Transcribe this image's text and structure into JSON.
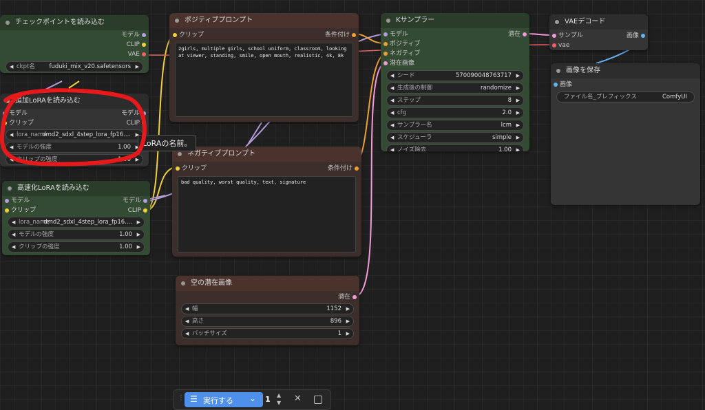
{
  "nodes": {
    "checkpoint": {
      "title": "チェックポイントを読み込む",
      "outputs": [
        "モデル",
        "CLIP",
        "VAE"
      ],
      "widget": {
        "label": "ckpt名",
        "value": "fuduki_mix_v20.safetensors"
      }
    },
    "extra_lora": {
      "title": "追加LoRAを読み込む",
      "input_model": "モデル",
      "output_model": "モデル",
      "input_clip": "クリップ",
      "output_clip": "CLIP",
      "lora_label": "lora_name",
      "lora_value": "dmd2_sdxl_4step_lora_fp16....",
      "strength_model_label": "モデルの強度",
      "strength_model_value": "1.00",
      "strength_clip_label": "クリップの強度",
      "strength_clip_value": "1.00"
    },
    "fast_lora": {
      "title": "高速化LoRAを読み込む",
      "input_model": "モデル",
      "output_model": "モデル",
      "input_clip": "クリップ",
      "output_clip": "CLIP",
      "lora_label": "lora_name",
      "lora_value": "dmd2_sdxl_4step_lora_fp16....",
      "strength_model_label": "モデルの強度",
      "strength_model_value": "1.00",
      "strength_clip_label": "クリップの強度",
      "strength_clip_value": "1.00"
    },
    "positive": {
      "title": "ポジティブプロンプト",
      "input": "クリップ",
      "output": "条件付け",
      "text": "2girls, multiple girls, school uniform, classroom, looking at viewer, standing, smile, open mouth, realistic, 4k, 8k"
    },
    "negative": {
      "title": "ネガティブプロンプト",
      "input": "クリップ",
      "output": "条件付け",
      "text": "bad quality, worst quality, text, signature"
    },
    "ksampler": {
      "title": "Kサンプラー",
      "inputs": [
        "モデル",
        "ポジティブ",
        "ネガティブ",
        "潜在画像"
      ],
      "output": "潜在",
      "widgets": [
        {
          "label": "シード",
          "value": "570090048763717"
        },
        {
          "label": "生成後の制御",
          "value": "randomize"
        },
        {
          "label": "ステップ",
          "value": "8"
        },
        {
          "label": "cfg",
          "value": "2.0"
        },
        {
          "label": "サンプラー名",
          "value": "lcm"
        },
        {
          "label": "スケジューラ",
          "value": "simple"
        },
        {
          "label": "ノイズ除去",
          "value": "1.00"
        }
      ]
    },
    "vae_decode": {
      "title": "VAEデコード",
      "input_samples": "サンプル",
      "input_vae": "vae",
      "output": "画像"
    },
    "save_image": {
      "title": "画像を保存",
      "input": "画像",
      "widget": {
        "label": "ファイル名_プレフィックス",
        "value": "ComfyUI"
      }
    },
    "empty_latent": {
      "title": "空の潜在画像",
      "output": "潜在",
      "widgets": [
        {
          "label": "幅",
          "value": "1152"
        },
        {
          "label": "高さ",
          "value": "896"
        },
        {
          "label": "バッチサイズ",
          "value": "1"
        }
      ]
    }
  },
  "tooltip": "LoRAの名前。",
  "runbar": {
    "run_label": "実行する",
    "count": "1"
  },
  "colors": {
    "model": "#b39ddb",
    "clip": "#f1d13a",
    "vae": "#f06262",
    "conditioning": "#f0a030",
    "latent": "#f49ad8",
    "image": "#64b5f6",
    "annotation": "#e8191b",
    "run_button": "#4f91ea"
  },
  "icons": {
    "grip": "grip-icon",
    "queue": "queue-list-icon",
    "dropdown": "chevron-down-icon",
    "clear": "close-icon",
    "stop": "square-icon"
  }
}
